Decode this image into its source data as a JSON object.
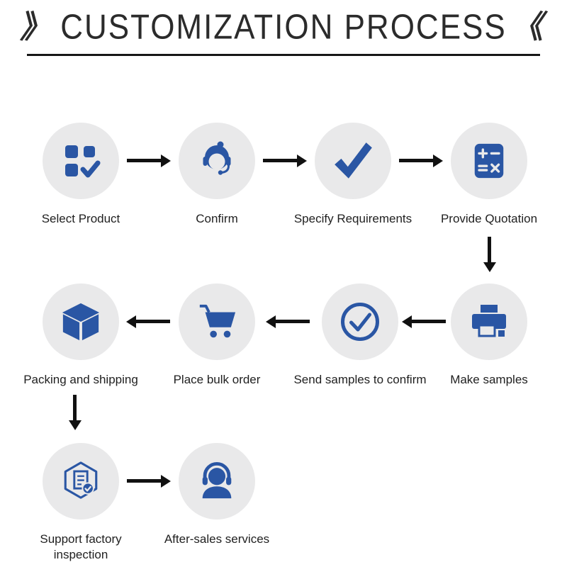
{
  "title": {
    "left_mark": "》",
    "text": "CUSTOMIZATION PROCESS",
    "right_mark": "《"
  },
  "colors": {
    "icon_blue": "#2a56a4",
    "circle_bg": "#e9e9ea",
    "arrow_black": "#111111",
    "text_dark": "#1f1f1f",
    "title_dark": "#2b2b2b"
  },
  "steps": [
    {
      "label": "Select Product",
      "icon": "grid-check-icon"
    },
    {
      "label": "Confirm",
      "icon": "customer-service-icon"
    },
    {
      "label": "Specify Requirements",
      "icon": "checkmark-icon"
    },
    {
      "label": "Provide Quotation",
      "icon": "calculator-icon"
    },
    {
      "label": "Make samples",
      "icon": "printer-icon"
    },
    {
      "label": "Send samples to confirm",
      "icon": "circle-check-icon"
    },
    {
      "label": "Place bulk order",
      "icon": "shopping-cart-icon"
    },
    {
      "label": "Packing and shipping",
      "icon": "package-box-icon"
    },
    {
      "label": "Support factory inspection",
      "icon": "inspection-badge-icon"
    },
    {
      "label": "After-sales services",
      "icon": "headset-person-icon"
    }
  ]
}
